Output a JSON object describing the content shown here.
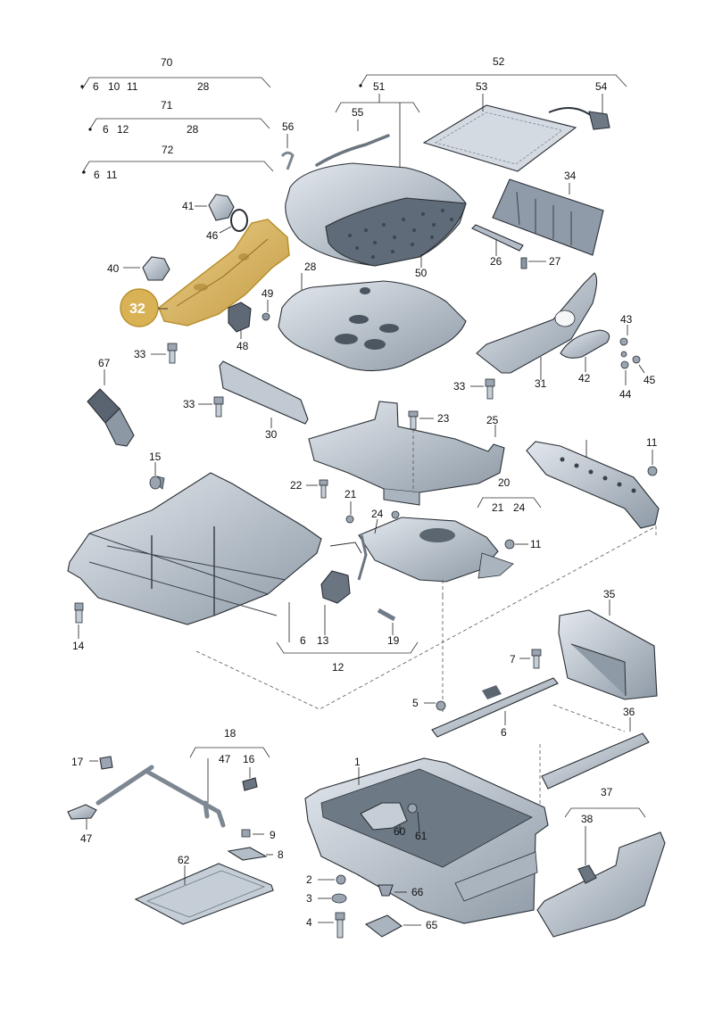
{
  "highlight": {
    "part_number": "32",
    "fill_color": "#d9b256",
    "stroke_color": "#b9912f"
  },
  "colors": {
    "part_fill": "#c9d1da",
    "part_fill_dark": "#8e9aa6",
    "part_fill_light": "#e3e8ee"
  },
  "groups": {
    "g70": {
      "number": "70",
      "members": [
        "6",
        "10",
        "11",
        "28"
      ]
    },
    "g71": {
      "number": "71",
      "members": [
        "6",
        "12",
        "28"
      ]
    },
    "g72": {
      "number": "72",
      "members": [
        "6",
        "11"
      ]
    },
    "g52": {
      "number": "52",
      "members": [
        "51",
        "53",
        "54"
      ]
    },
    "g51": {
      "number": "51",
      "members": [
        "55"
      ]
    },
    "g20": {
      "number": "20",
      "members": [
        "21",
        "24"
      ]
    },
    "g12": {
      "number": "12",
      "members": [
        "6",
        "13"
      ]
    },
    "g18": {
      "number": "18",
      "members": [
        "47",
        "16"
      ]
    },
    "g37": {
      "number": "37",
      "members": [
        "38"
      ]
    }
  },
  "labels": {
    "p1": "1",
    "p2": "2",
    "p3": "3",
    "p4": "4",
    "p5": "5",
    "p6": "6",
    "p7": "7",
    "p8": "8",
    "p9": "9",
    "p11": "11",
    "p13": "13",
    "p14": "14",
    "p15": "15",
    "p16": "16",
    "p17": "17",
    "p19": "19",
    "p21": "21",
    "p22": "22",
    "p23": "23",
    "p24": "24",
    "p25": "25",
    "p26": "26",
    "p27": "27",
    "p28": "28",
    "p30": "30",
    "p31": "31",
    "p33": "33",
    "p34": "34",
    "p35": "35",
    "p36": "36",
    "p38": "38",
    "p40": "40",
    "p41": "41",
    "p42": "42",
    "p43": "43",
    "p44": "44",
    "p45": "45",
    "p46": "46",
    "p47": "47",
    "p48": "48",
    "p49": "49",
    "p50": "50",
    "p53": "53",
    "p54": "54",
    "p55": "55",
    "p56": "56",
    "p60": "60",
    "p61": "61",
    "p62": "62",
    "p65": "65",
    "p66": "66",
    "p67": "67"
  }
}
